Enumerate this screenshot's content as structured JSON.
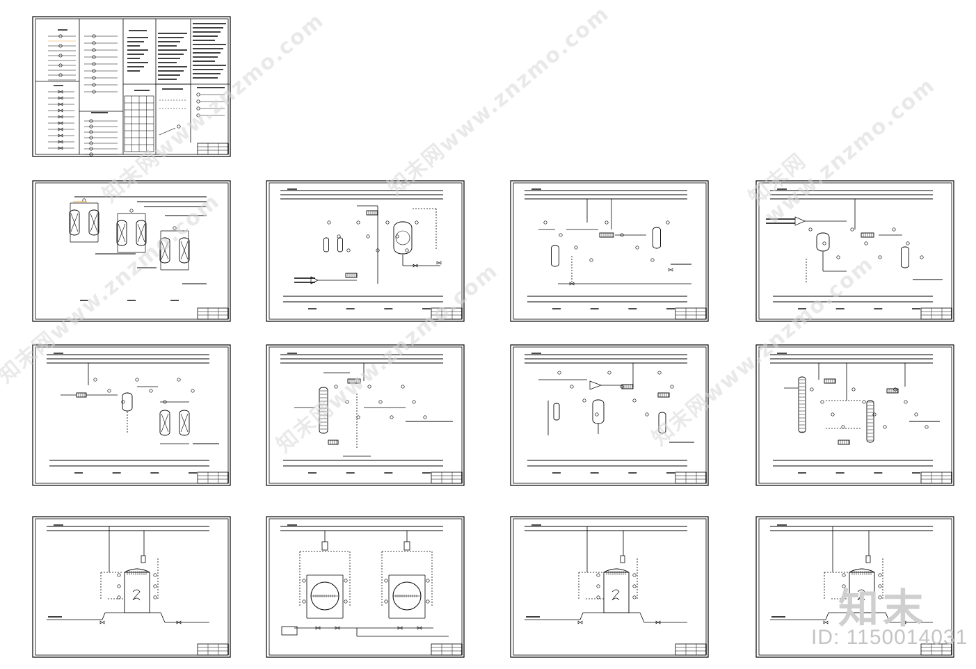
{
  "watermark": {
    "site": "知末网www.znzmo.com",
    "logo_text": "知末",
    "id_text": "ID: 1150014031"
  },
  "colors": {
    "line": "#000000",
    "accent": "#e8a33b",
    "watermark": "#d0d0d0"
  }
}
